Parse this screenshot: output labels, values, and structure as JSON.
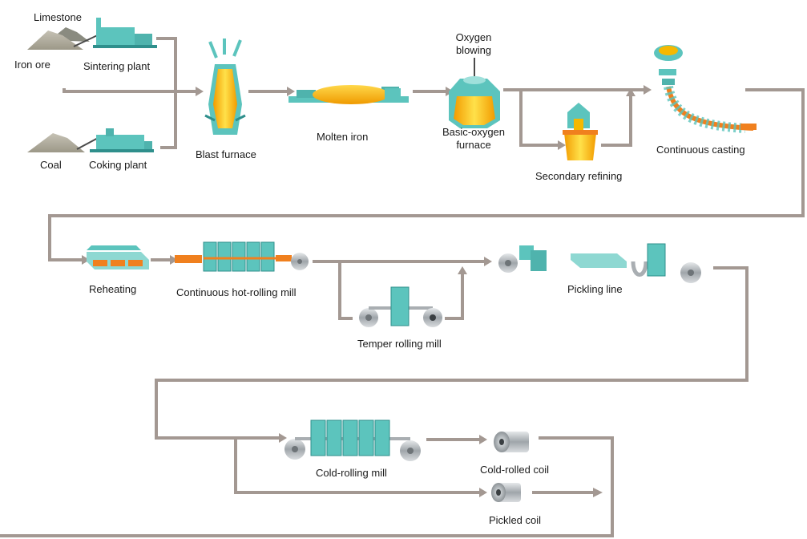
{
  "labels": {
    "limestone": "Limestone",
    "iron_ore": "Iron ore",
    "sintering_plant": "Sintering plant",
    "coal": "Coal",
    "coking_plant": "Coking plant",
    "blast_furnace": "Blast furnace",
    "molten_iron": "Molten iron",
    "oxygen_blowing_1": "Oxygen",
    "oxygen_blowing_2": "blowing",
    "bof_1": "Basic-oxygen",
    "bof_2": "furnace",
    "secondary_refining": "Secondary refining",
    "continuous_casting": "Continuous casting",
    "reheating": "Reheating",
    "hot_rolling": "Continuous hot-rolling mill",
    "temper_rolling": "Temper rolling mill",
    "pickling_line": "Pickling line",
    "cold_rolling": "Cold-rolling mill",
    "cold_rolled_coil": "Cold-rolled coil",
    "pickled_coil": "Pickled coil"
  },
  "colors": {
    "flow_line": "#a39892",
    "equipment": "#5cc4bd",
    "equipment_dark": "#2f8f8c",
    "molten": "#f5b800",
    "hot_steel": "#f0801e",
    "steel_coil": "#a9aeb2"
  }
}
